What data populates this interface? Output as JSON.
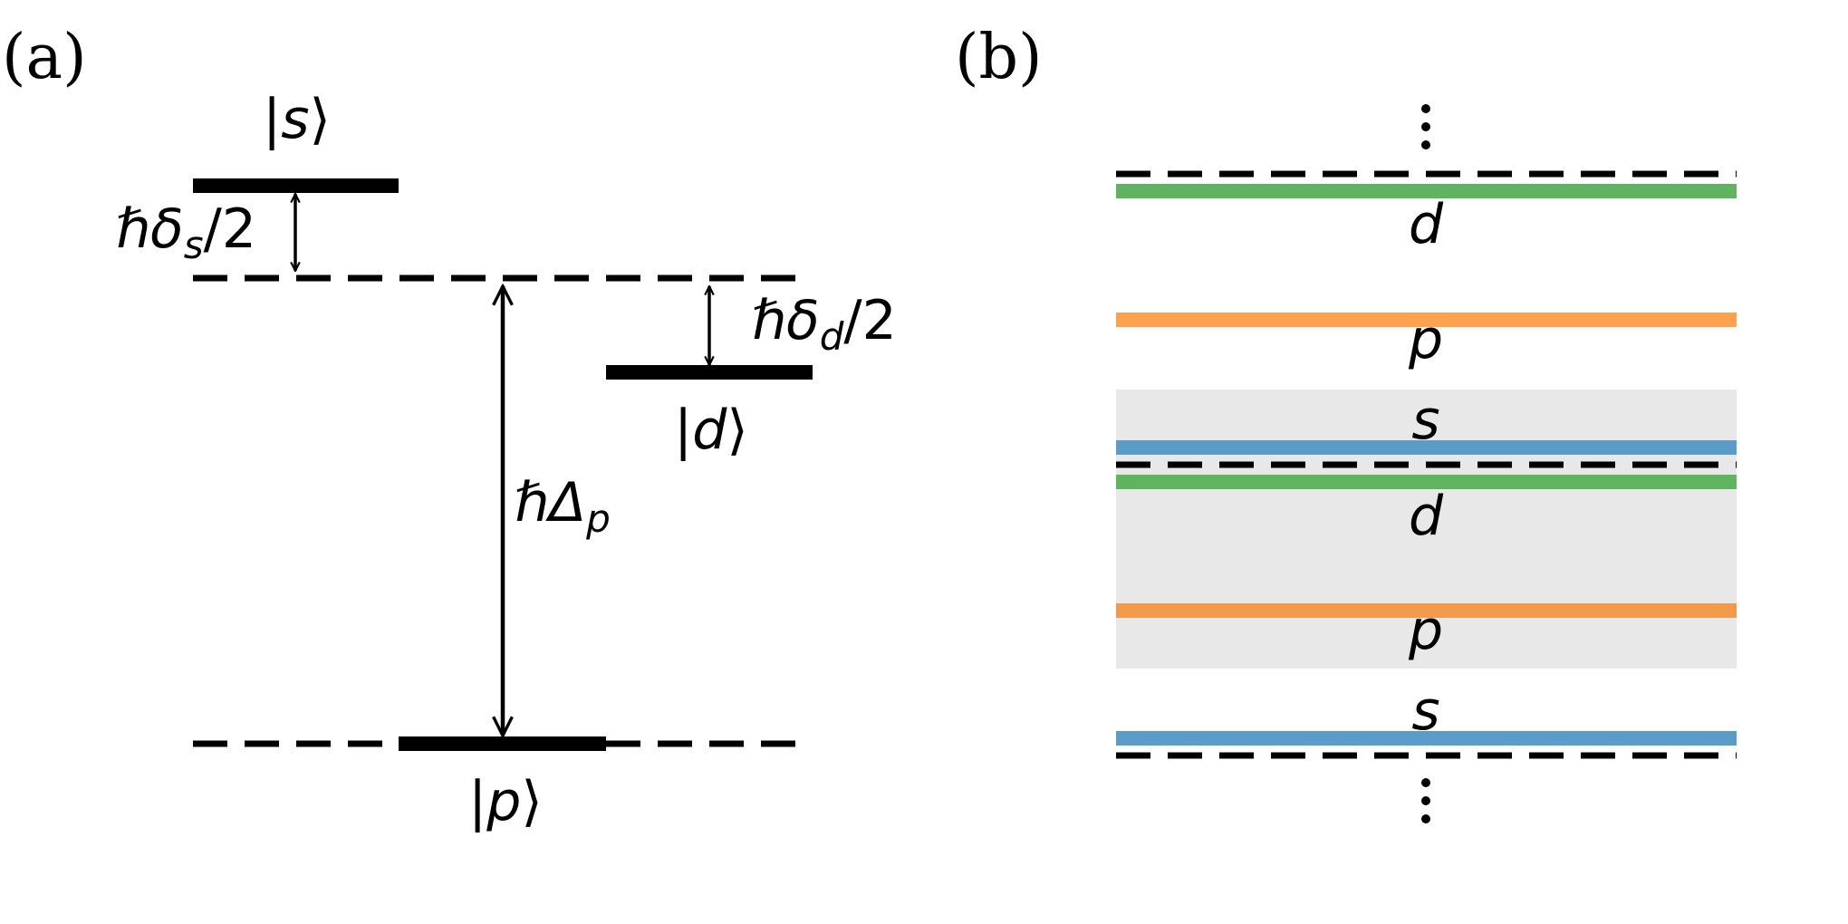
{
  "panel_a": {
    "label": "(a)",
    "state_s": {
      "bar": "|",
      "letter": "s",
      "close": "⟩"
    },
    "state_d": {
      "bar": "|",
      "letter": "d",
      "close": "⟩"
    },
    "state_p": {
      "bar": "|",
      "letter": "p",
      "close": "⟩"
    },
    "delta_s": {
      "hbar": "ℏ",
      "sym": "δ",
      "sub": "s",
      "tail": "/2"
    },
    "delta_d": {
      "hbar": "ℏ",
      "sym": "δ",
      "sub": "d",
      "tail": "/2"
    },
    "delta_p": {
      "hbar": "ℏ",
      "sym": "Δ",
      "sub": "p"
    }
  },
  "panel_b": {
    "label": "(b)",
    "ellipsis_top": "⋮",
    "ellipsis_bottom": "⋮",
    "levels": [
      {
        "orbital": "d",
        "color": "#5fb55f"
      },
      {
        "orbital": "p",
        "color": "#ffa24f"
      },
      {
        "orbital": "s",
        "color": "#5b9bc8"
      },
      {
        "orbital": "d",
        "color": "#5fb55f"
      },
      {
        "orbital": "p",
        "color": "#f2994a"
      },
      {
        "orbital": "s",
        "color": "#5b9bc8"
      }
    ],
    "shade_color": "#e8e8e8"
  }
}
